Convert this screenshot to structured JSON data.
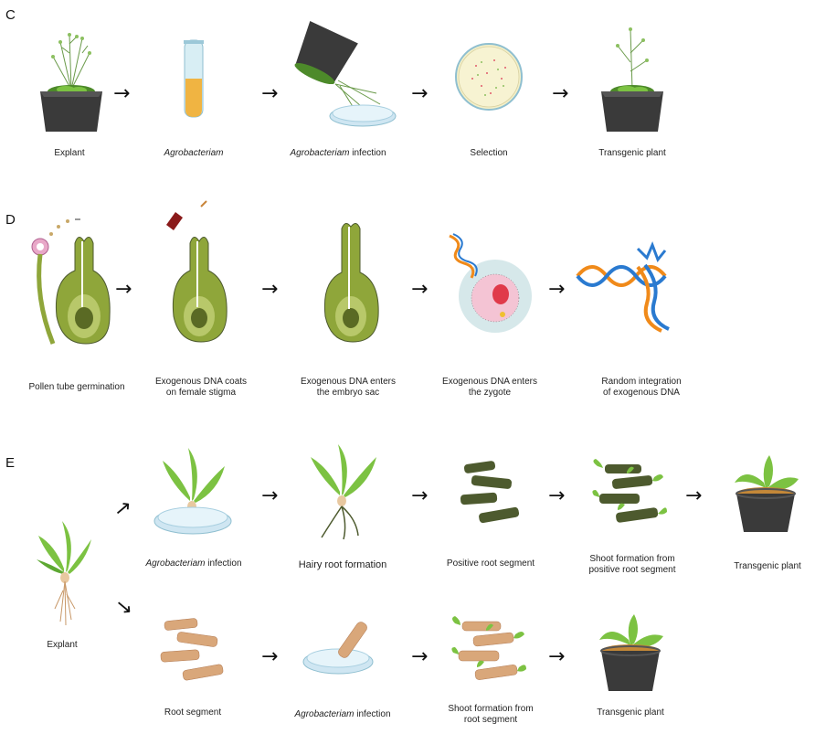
{
  "panels": {
    "C": {
      "letter": "C",
      "steps": [
        {
          "label": "Explant"
        },
        {
          "label_italic": "Agrobacteriam",
          "label": ""
        },
        {
          "label_italic": "Agrobacteriam",
          "label": " infection"
        },
        {
          "label": "Selection"
        },
        {
          "label": "Transgenic plant"
        }
      ]
    },
    "D": {
      "letter": "D",
      "steps": [
        {
          "line1": "Pollen tube germination",
          "line2": ""
        },
        {
          "line1": "Exogenous DNA coats",
          "line2": "on female stigma"
        },
        {
          "line1": "Exogenous DNA enters",
          "line2": "the embryo sac"
        },
        {
          "line1": "Exogenous DNA enters",
          "line2": "the zygote"
        },
        {
          "line1": "Random integration",
          "line2": "of exogenous DNA"
        }
      ]
    },
    "E": {
      "letter": "E",
      "explant": "Explant",
      "top": [
        {
          "label_italic": "Agrobacteriam",
          "label": " infection"
        },
        {
          "label": "Hairy root formation"
        },
        {
          "label": "Positive root segment"
        },
        {
          "line1": "Shoot formation from",
          "line2": "positive root segment"
        },
        {
          "label": "Transgenic plant"
        }
      ],
      "bottom": [
        {
          "label": "Root segment"
        },
        {
          "label_italic": "Agrobacteriam",
          "label": " infection"
        },
        {
          "line1": "Shoot formation from",
          "line2": "root segment"
        },
        {
          "label": "Transgenic plant"
        }
      ]
    }
  },
  "icons": {
    "arrow": "right-arrow-icon",
    "arrow_up": "up-right-arrow-icon",
    "arrow_down": "down-right-arrow-icon"
  },
  "colors": {
    "pot": "#3a3a3a",
    "leaf": "#7cc242",
    "leaf_dark": "#4d8a2a",
    "ovary": "#8fa63a",
    "dish": "#cfe6f2",
    "root_dark": "#4d5a2e",
    "root_light": "#d9a77a"
  }
}
